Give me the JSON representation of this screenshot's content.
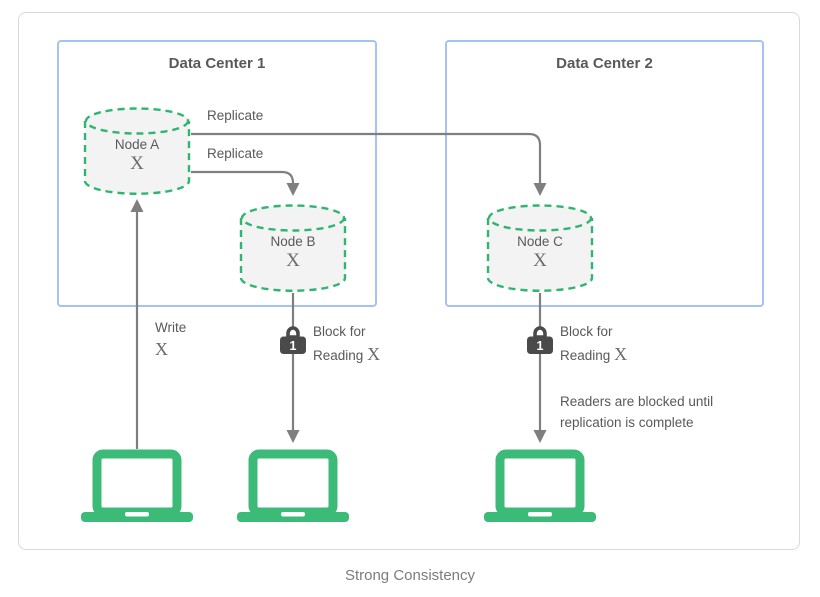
{
  "caption": "Strong Consistency",
  "data_centers": [
    {
      "title": "Data Center 1"
    },
    {
      "title": "Data Center 2"
    }
  ],
  "nodes": [
    {
      "label": "Node A",
      "value": "X"
    },
    {
      "label": "Node B",
      "value": "X"
    },
    {
      "label": "Node C",
      "value": "X"
    }
  ],
  "labels": {
    "replicate_top": "Replicate",
    "replicate_bottom": "Replicate",
    "write_label": "Write",
    "write_value": "X",
    "block_line1": "Block for",
    "block_line2": "Reading",
    "block_value": "X",
    "lock_badge": "1",
    "note": "Readers are blocked until replication is complete"
  },
  "colors": {
    "container_border": "#d9d9d9",
    "datacenter_border": "#a4c2f4",
    "node_dash_green": "#30b571",
    "node_fill": "#f2f3f2",
    "arrow_gray": "#7f7f7f",
    "laptop_green": "#3cba78",
    "lock_dark": "#4a4a4a",
    "text_gray": "#595959",
    "caption_gray": "#7c7c7c"
  }
}
